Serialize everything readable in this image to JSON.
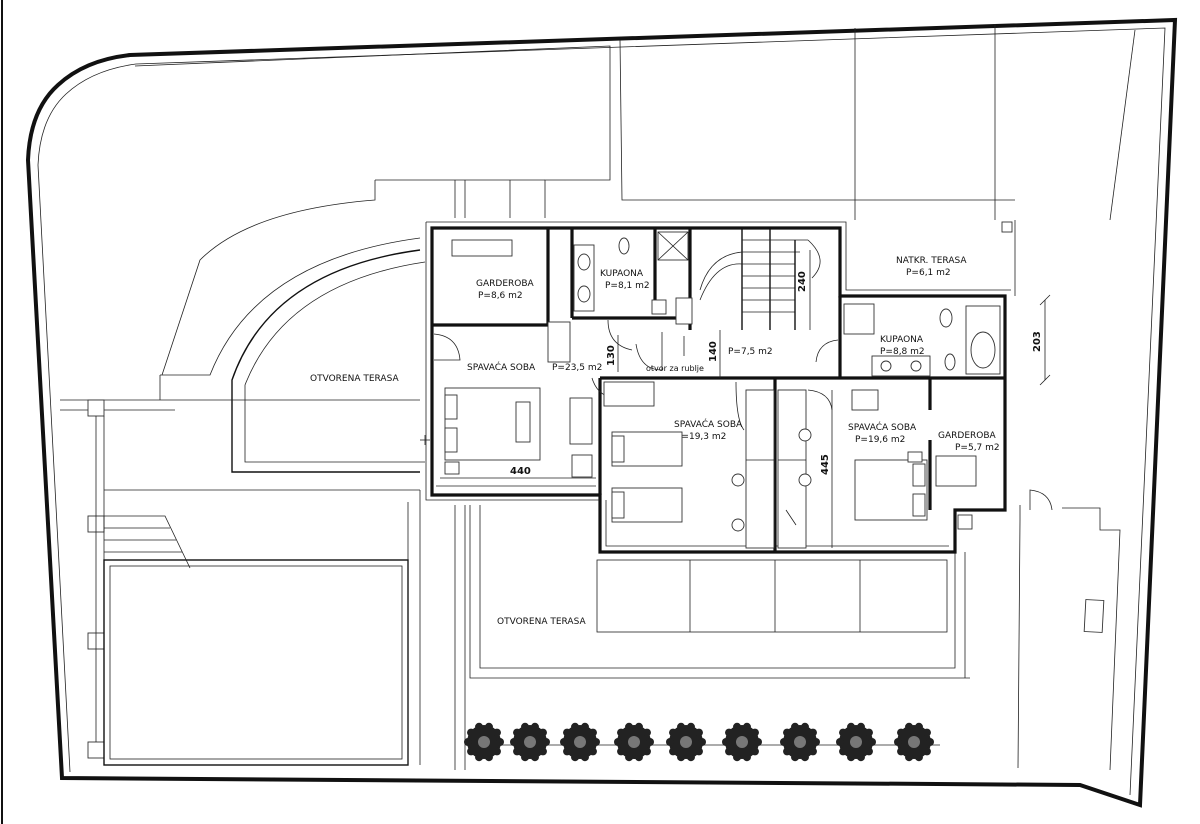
{
  "rooms": {
    "garderoba_1": {
      "name": "GARDEROBA",
      "area": "P=8,6 m2"
    },
    "kupaona_1": {
      "name": "KUPAONA",
      "area": "P=8,1 m2"
    },
    "hall_area": "P=7,5 m2",
    "natkr_terasa": {
      "name": "NATKR. TERASA",
      "area": "P=6,1 m2"
    },
    "kupaona_2": {
      "name": "KUPAONA",
      "area": "P=8,8 m2"
    },
    "spavaca_1": {
      "name": "SPAVAĆA SOBA",
      "area": "P=23,5 m2"
    },
    "spavaca_2": {
      "name": "SPAVAĆA SOBA",
      "area": "P=19,3 m2"
    },
    "spavaca_3": {
      "name": "SPAVAĆA SOBA",
      "area": "P=19,6 m2"
    },
    "garderoba_2": {
      "name": "GARDEROBA",
      "area": "P=5,7 m2"
    },
    "otvorena_terasa_1": "OTVORENA TERASA",
    "otvorena_terasa_2": "OTVORENA TERASA",
    "otvor_za_rublje": "otvor za rublje"
  },
  "dimensions": {
    "d130": "130",
    "d140": "140",
    "d240": "240",
    "d203": "203",
    "d440": "440",
    "d445": "445"
  }
}
